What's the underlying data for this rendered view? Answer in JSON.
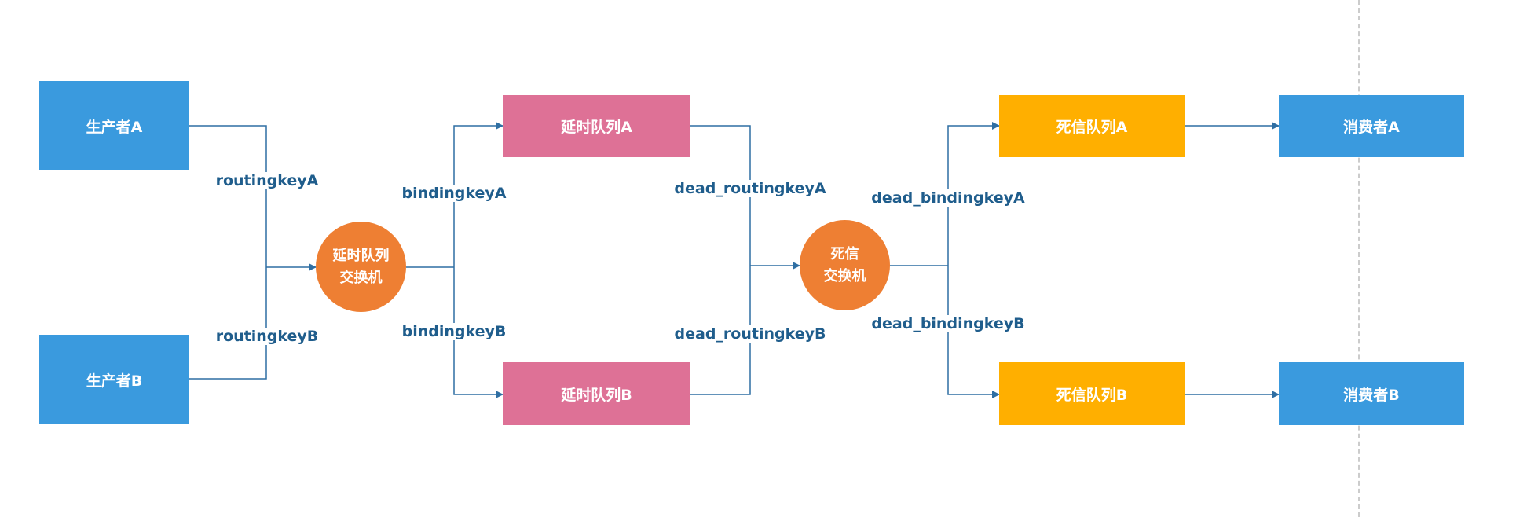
{
  "colors": {
    "producer": "#3a9ade",
    "consumer": "#3a9ade",
    "delay_queue": "#de7196",
    "dead_queue": "#ffaf00",
    "exchange": "#ee7f33",
    "edge": "#2f6fa3",
    "label": "#1f5d8c"
  },
  "nodes": {
    "producer_a": "生产者A",
    "producer_b": "生产者B",
    "delay_exchange_line1": "延时队列",
    "delay_exchange_line2": "交换机",
    "delay_queue_a": "延时队列A",
    "delay_queue_b": "延时队列B",
    "dead_exchange_line1": "死信",
    "dead_exchange_line2": "交换机",
    "dead_queue_a": "死信队列A",
    "dead_queue_b": "死信队列B",
    "consumer_a": "消费者A",
    "consumer_b": "消费者B"
  },
  "edges": {
    "routing_key_a": "routingkeyA",
    "routing_key_b": "routingkeyB",
    "binding_key_a": "bindingkeyA",
    "binding_key_b": "bindingkeyB",
    "dead_routing_key_a": "dead_routingkeyA",
    "dead_routing_key_b": "dead_routingkeyB",
    "dead_binding_key_a": "dead_bindingkeyA",
    "dead_binding_key_b": "dead_bindingkeyB"
  }
}
